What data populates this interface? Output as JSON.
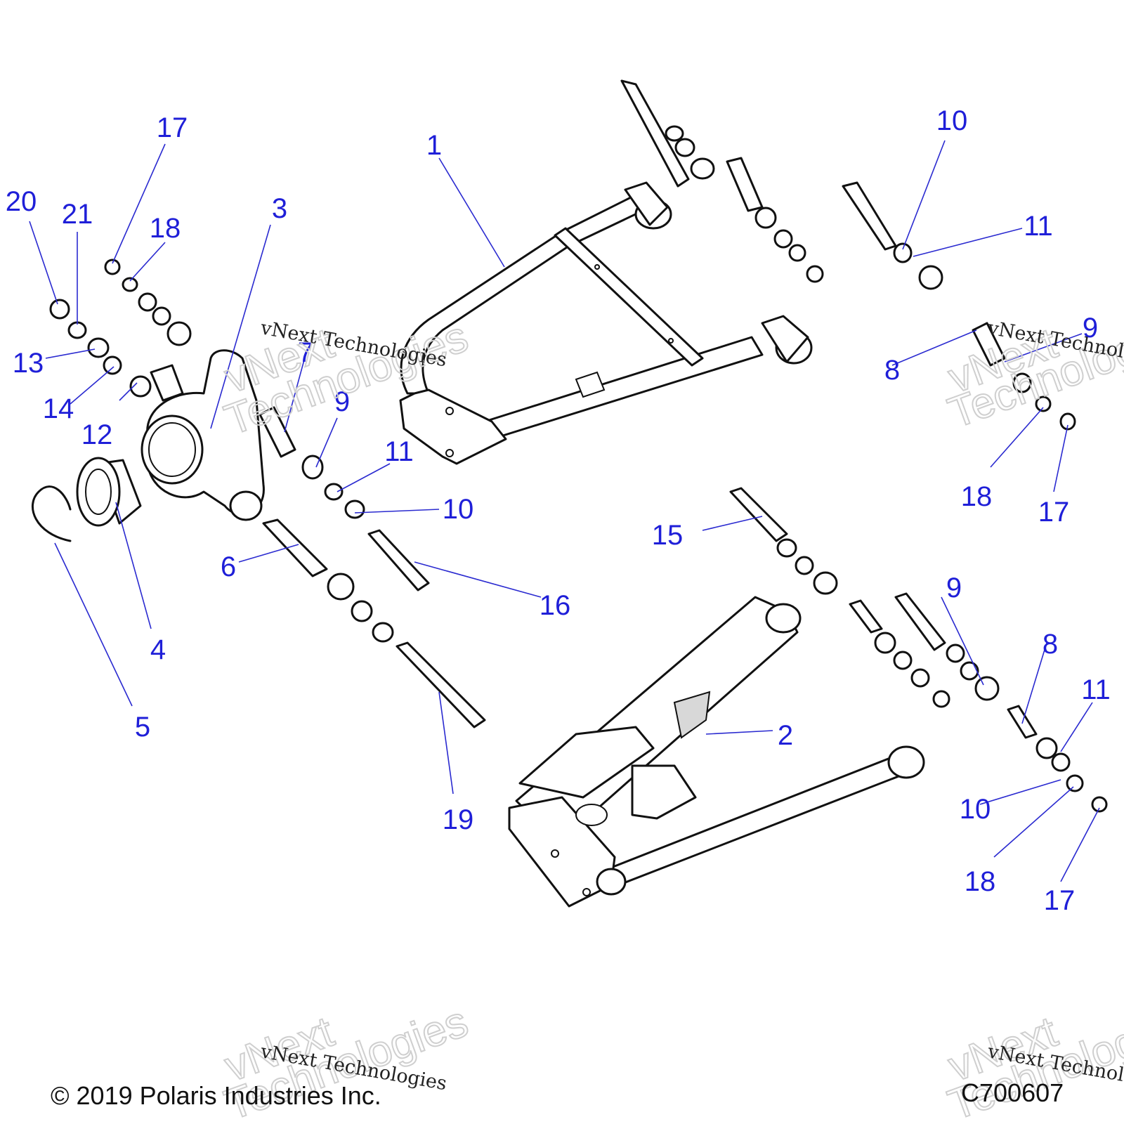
{
  "callouts": [
    {
      "id": "c1",
      "text": "1"
    },
    {
      "id": "c2",
      "text": "2"
    },
    {
      "id": "c3",
      "text": "3"
    },
    {
      "id": "c4",
      "text": "4"
    },
    {
      "id": "c5",
      "text": "5"
    },
    {
      "id": "c6",
      "text": "6"
    },
    {
      "id": "c7",
      "text": "7"
    },
    {
      "id": "c8a",
      "text": "8"
    },
    {
      "id": "c8b",
      "text": "8"
    },
    {
      "id": "c9a",
      "text": "9"
    },
    {
      "id": "c9b",
      "text": "9"
    },
    {
      "id": "c9c",
      "text": "9"
    },
    {
      "id": "c10a",
      "text": "10"
    },
    {
      "id": "c10b",
      "text": "10"
    },
    {
      "id": "c10c",
      "text": "10"
    },
    {
      "id": "c11a",
      "text": "11"
    },
    {
      "id": "c11b",
      "text": "11"
    },
    {
      "id": "c11c",
      "text": "11"
    },
    {
      "id": "c12",
      "text": "12"
    },
    {
      "id": "c13",
      "text": "13"
    },
    {
      "id": "c14",
      "text": "14"
    },
    {
      "id": "c15",
      "text": "15"
    },
    {
      "id": "c16",
      "text": "16"
    },
    {
      "id": "c17a",
      "text": "17"
    },
    {
      "id": "c17b",
      "text": "17"
    },
    {
      "id": "c17c",
      "text": "17"
    },
    {
      "id": "c18a",
      "text": "18"
    },
    {
      "id": "c18b",
      "text": "18"
    },
    {
      "id": "c18c",
      "text": "18"
    },
    {
      "id": "c19",
      "text": "19"
    },
    {
      "id": "c20",
      "text": "20"
    },
    {
      "id": "c21",
      "text": "21"
    }
  ],
  "watermark": {
    "small": "vNext Technologies",
    "big_line1": "vNext",
    "big_line2": "Technologies"
  },
  "footer": {
    "copyright": "© 2019 Polaris Industries Inc.",
    "drawing_code": "C700607"
  },
  "colors": {
    "callout": "#1f1fd8",
    "line": "#111111"
  }
}
